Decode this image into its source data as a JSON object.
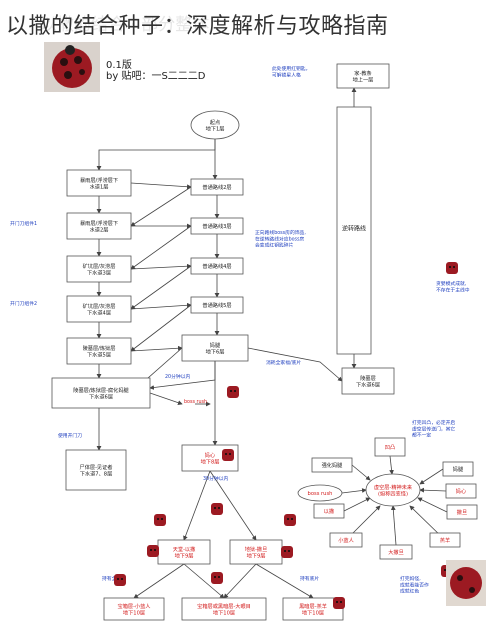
{
  "watermark": "以撒的结合 · 部分整体",
  "title": "以撒的结合种子：深度解析与攻略指南",
  "header": {
    "version": "0.1版",
    "author_line": "by  贴吧：一S二二二D"
  },
  "colors": {
    "box_border": "#555555",
    "arrow": "#444444",
    "note_blue": "#1f3fbf",
    "note_red": "#d21a1a",
    "sprite_red": "#9c1a22",
    "sprite_dark": "#2a0f10"
  },
  "nodes": {
    "start": "起点\n地下1层",
    "home": "家-教条\n地上一层",
    "b1": "暴雨层/浮涝层下\n水道1层",
    "b2": "暴雨层/浮涝层下\n水道2层",
    "b3": "矿坑层/灰涝层\n下水道3层",
    "b4": "矿坑层/灰涝层\n下水道4层",
    "b5": "陵墓层/炼狱层\n下水道5层",
    "b6": "陵墓层/炼狱层-腐化妈腿\n下水道6层",
    "r2": "普通路线2层",
    "r3": "普通路线3层",
    "r4": "普通路线4层",
    "r5": "普通路线5层",
    "mom": "妈腿\n地下6层",
    "reverse": "逆转路线",
    "b7": "陵墓层\n下水道6层",
    "corpse": "尸体层-见证者\n下水道7、8层",
    "heart": "妈心\n地下8层",
    "heaven": "天堂-以撒\n地下9层",
    "hell": "地狱-撒旦\n地下9层",
    "box": "宝箱层-小蓝人\n地下10层",
    "chest": "宝箱层或黑暗层-大眼目\n地下10层",
    "dark": "黑暗层-羔羊\n地下10层",
    "void": "虚空层-精神未来\n(妲称四变怪)",
    "hush": "凹凸",
    "delirium": "强化妈腿",
    "momheart": "妈腿",
    "bossrush2": "boss rush",
    "mom2": "妈心",
    "isaac": "以撒",
    "satan": "撒旦",
    "bluebaby": "小蓝人",
    "megasatan": "大撒旦",
    "lamb": "羔羊"
  },
  "notes": {
    "home_note": "此处使用红钥匙，\n可解锁星人格",
    "boss_note": "正向路线boss房的饰品,\n在逆转路线对应boss房\n会变成红钥匙碎片",
    "knife1": "开门刀组件1",
    "knife2": "开门刀组件2",
    "use_knife": "使用开门刀",
    "kill_all": "消耗全家福/底片",
    "t20": "20分钟以内",
    "bossrush": "boss rush",
    "t30": "30分钟以内",
    "polaroid": "持有全家福",
    "negative": "持有底片",
    "hush_note": "打完凹凸，必定开启\n虚空层传送门，其它\n都不一定",
    "greed": "贪婪模式成就,\n不存在于主线中",
    "void_note": "打完妈怪,\n成就看能否作\n成就红色"
  }
}
